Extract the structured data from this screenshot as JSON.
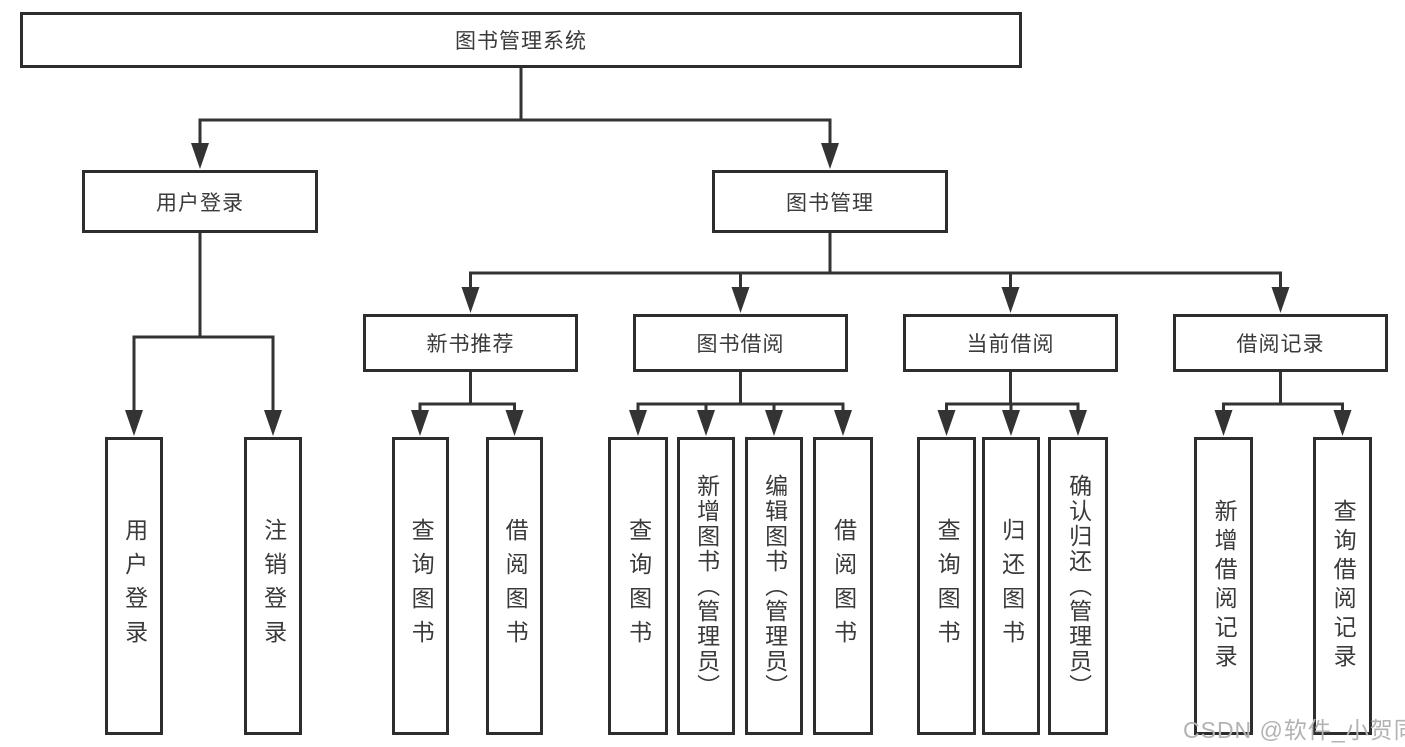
{
  "diagram": {
    "title": "图书管理系统",
    "level2": [
      "用户登录",
      "图书管理"
    ],
    "level3": [
      "新书推荐",
      "图书借阅",
      "当前借阅",
      "借阅记录"
    ],
    "user_login_children": [
      "用户登录",
      "注销登录"
    ],
    "new_book_children": [
      "查询图书",
      "借阅图书"
    ],
    "book_borrow_children": [
      "查询图书",
      "新增图书（管理员）",
      "编辑图书（管理员）",
      "借阅图书"
    ],
    "current_borrow_children": [
      "查询图书",
      "归还图书",
      "确认归还（管理员）"
    ],
    "borrow_record_children": [
      "新增借阅记录",
      "查询借阅记录"
    ]
  },
  "watermark": {
    "text": "CSDN @软件_小贺同学"
  },
  "colors": {
    "line": "#333333",
    "box_border": "#2d2d2d",
    "text": "#3a3a3a",
    "watermark": "#b3b3b3",
    "background": "#ffffff"
  }
}
